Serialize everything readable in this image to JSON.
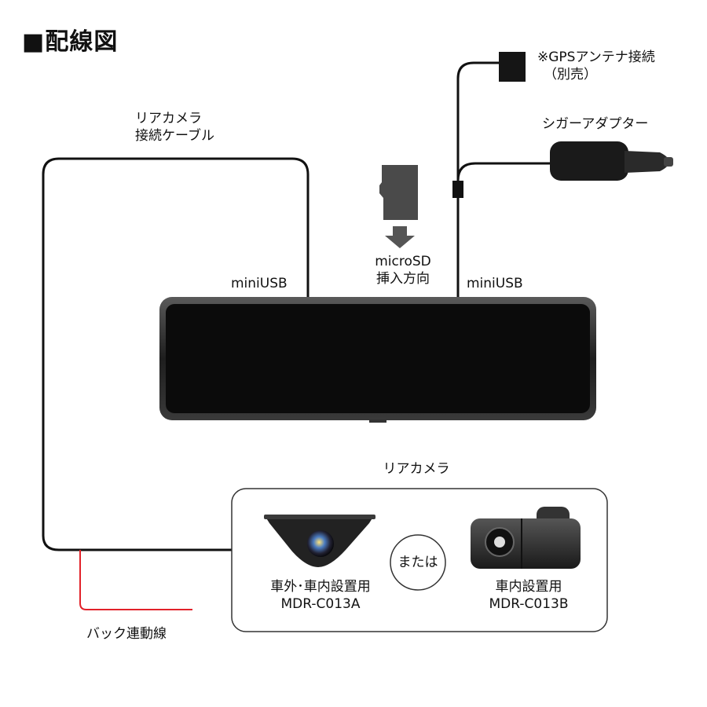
{
  "title": "■配線図",
  "labels": {
    "rear_camera_cable_line1": "リアカメラ",
    "rear_camera_cable_line2": "接続ケーブル",
    "gps_line1": "※GPSアンテナ接続",
    "gps_line2": "（別売）",
    "cigar_adapter": "シガーアダプター",
    "microsd_line1": "microSD",
    "microsd_line2": "挿入方向",
    "miniusb_left": "miniUSB",
    "miniusb_right": "miniUSB",
    "rear_camera_heading": "リアカメラ",
    "or": "または",
    "camera_a_line1": "車外･車内設置用",
    "camera_a_line2": "MDR-C013A",
    "camera_b_line1": "車内設置用",
    "camera_b_line2": "MDR-C013B",
    "back_link_wire": "バック連動線"
  },
  "colors": {
    "wire": "#111111",
    "back_wire": "#e2222a",
    "mirror_body": "#2a2a2a",
    "mirror_screen": "#0b0b0b",
    "sd_card": "#4a4a4a",
    "arrow": "#555555"
  },
  "icons": {
    "sd_card": "sd-card-icon",
    "arrow": "arrow-down-icon",
    "cigar": "cigar-adapter-icon",
    "gps": "gps-connector-icon",
    "camera_a": "camera-external-icon",
    "camera_b": "camera-internal-icon",
    "mirror": "mirror-recorder-icon"
  }
}
